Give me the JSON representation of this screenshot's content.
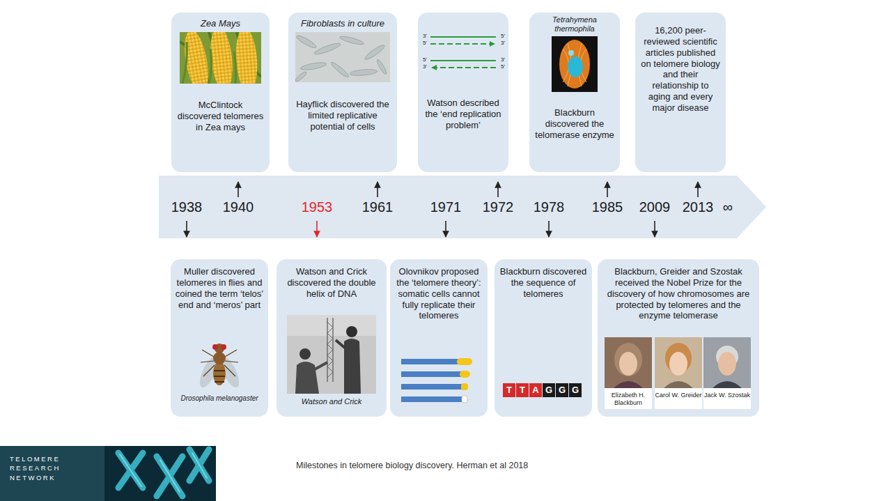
{
  "diagram": {
    "caption": "Milestones in telomere biology discovery. Herman et al 2018",
    "nodes": [
      {
        "text": [
          "Zea Mays",
          "McClintock discovered telomeres in Zea mays"
        ]
      },
      {
        "text": [
          "Fibroblasts in culture",
          "Hayflick discovered the limited replicative potential of cells"
        ]
      },
      {
        "text": [
          "Watson described the ‘end replication problem’"
        ]
      },
      {
        "text": [
          "Tetrahymena thermophila",
          "Blackburn discovered the telomerase enzyme"
        ]
      },
      {
        "text": [
          "16,200 peer-reviewed scientific articles published on telomere biology and their relationship to aging and every major disease"
        ]
      },
      {
        "text": [
          "Muller discovered telomeres in flies and coined the term ‘telos’ end and ‘meros’ part",
          "Drosophila melanogaster"
        ]
      },
      {
        "text": [
          "Watson and Crick discovered the double helix of DNA",
          "Watson and Crick"
        ]
      },
      {
        "text": [
          "Olovnikov proposed the ‘telomere theory’: somatic cells cannot fully replicate their telomeres"
        ]
      },
      {
        "text": [
          "Blackburn discovered the sequence of telomeres"
        ]
      },
      {
        "text": [
          "Blackburn, Greider and Szostak received the Nobel Prize for the discovery of how chromosomes are protected by telomeres and the enzyme telomerase",
          "Elizabeth H. Blackburn",
          "Carol W. Greider",
          "Jack W. Szostak"
        ]
      }
    ],
    "labels": [
      "1938",
      "1940",
      "1953",
      "1961",
      "1971",
      "1972",
      "1978",
      "1985",
      "2009",
      "2013",
      "∞",
      "3'",
      "5'",
      "5'",
      "3'",
      "5'",
      "3'",
      "3'",
      "5'",
      "T",
      "T",
      "A",
      "G",
      "G",
      "G",
      "TELOMERE RESEARCH NETWORK"
    ]
  }
}
